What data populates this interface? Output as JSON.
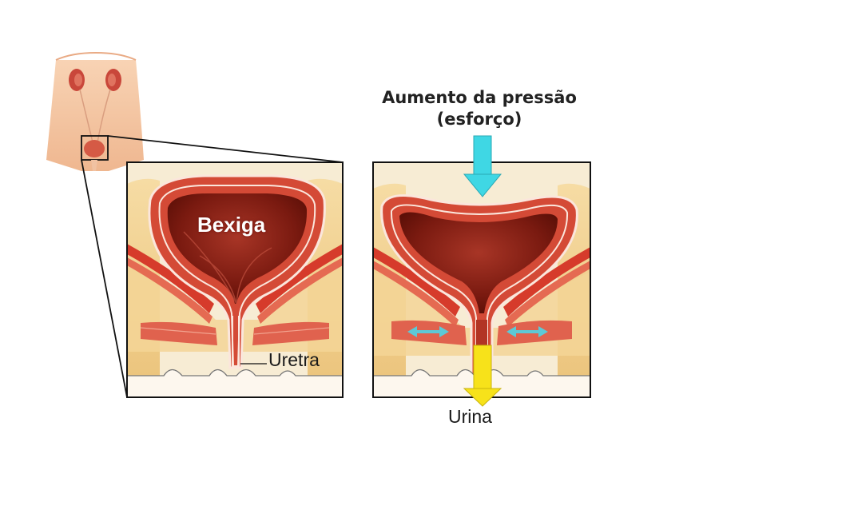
{
  "labels": {
    "bladder": "Bexiga",
    "urethra": "Uretra",
    "pressure_title": "Aumento da pressão",
    "pressure_subtitle": "(esforço)",
    "urine": "Urina"
  },
  "colors": {
    "muscle_red": "#d63b2b",
    "fat_yellow": "#f2cf8a",
    "bladder_interior": "#7a1a10",
    "skin": "#f5c9a6",
    "pressure_arrow": "#3fd7e4",
    "urine_arrow": "#f7e21a",
    "squeeze_arrows": "#5cc9d6"
  },
  "icons": {
    "body_thumbnail": "torso-with-kidneys-icon",
    "pressure_arrow": "down-arrow-icon",
    "urine_arrow": "down-arrow-icon",
    "squeeze_arrows": "left-right-arrow-icon"
  }
}
